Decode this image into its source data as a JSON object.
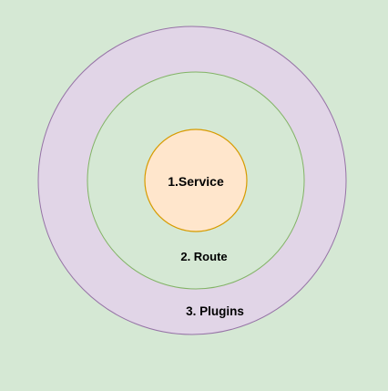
{
  "diagram": {
    "background_color": "#d5e8d4",
    "rings": [
      {
        "label": "3. Plugins",
        "fill": "#e1d5e7",
        "stroke": "#9673a6"
      },
      {
        "label": "2. Route",
        "fill": "#d5e8d4",
        "stroke": "#82b366"
      },
      {
        "label": "1.Service",
        "fill": "#ffe6cc",
        "stroke": "#d79b00"
      }
    ]
  }
}
